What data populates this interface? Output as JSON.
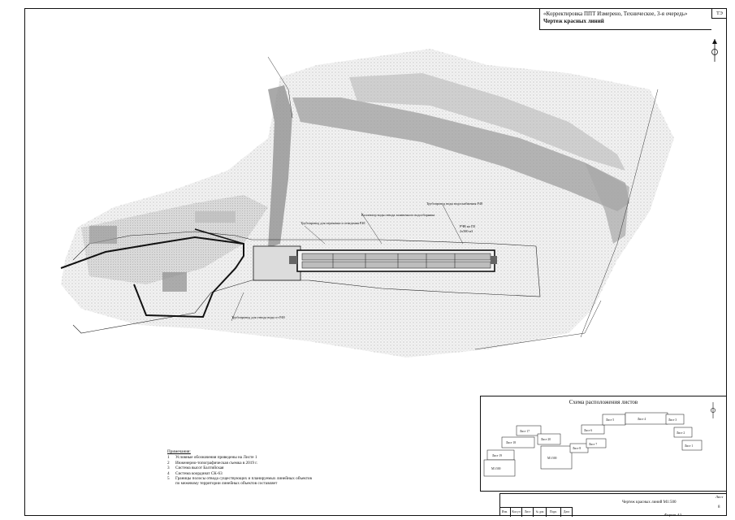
{
  "title_block": {
    "line1": "«Корректировка ППТ Измерено, Техническое, 3-я очередь»",
    "line2": "Чертеж красных линий",
    "sheet_top": "ТЭ"
  },
  "map_labels": {
    "pipeline_upper": "Трубопровод воды водоснабжения Р48",
    "pipeline_left": "Трубопровод для перекачки и отведения Р48",
    "collector": "Коллектор воды отвода заливочного водосборника",
    "reservoir": "РЧВ на ПЗ",
    "reservoir_vol": "2х500 м3",
    "pipeline_lower": "Трубопровод для отвода воды от Р48"
  },
  "notes": {
    "heading": "Примечания:",
    "items": [
      {
        "n": "1",
        "text": "Условные обозначения приведены на Листе 1"
      },
      {
        "n": "2",
        "text": "Инженерно-топографическая съемка в 2019 г."
      },
      {
        "n": "3",
        "text": "Система высот Балтийская"
      },
      {
        "n": "4",
        "text": "Система координат СК-63"
      },
      {
        "n": "5",
        "text": "Границы полосы отвода существующих и планируемых линейных объектов"
      },
      {
        "n": "",
        "text": "по межевому территории линейных объектов составляет"
      }
    ]
  },
  "scheme": {
    "title": "Схема расположения листов",
    "sheets": [
      "Лист 1",
      "Лист 2",
      "Лист 3",
      "Лист 4",
      "Лист 5",
      "Лист 6",
      "Лист 7",
      "Лист 8",
      "Лист 18",
      "Лист 17",
      "Лист 19",
      "Лист 20"
    ],
    "scale_a": "М1:500",
    "scale_b": "М1:500"
  },
  "stamp": {
    "caption": "Чертеж красных линий М1:500",
    "sheet_label": "Лист",
    "sheet_no": "8",
    "cols": [
      "Изм.",
      "Кол.уч",
      "Лист",
      "№ док",
      "Подп.",
      "Дата"
    ],
    "footer": "Формат А3"
  }
}
